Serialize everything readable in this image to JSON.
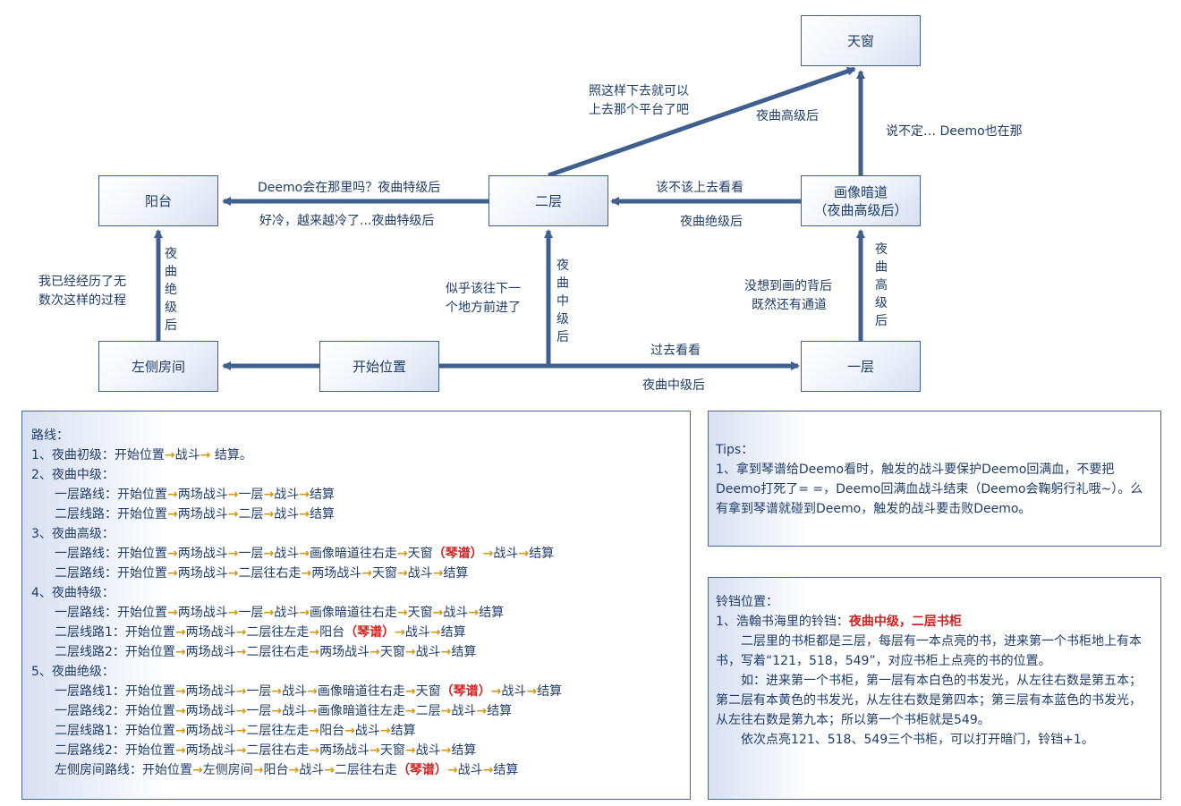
{
  "nodes": {
    "tianchuang": "天窗",
    "yangtai": "阳台",
    "erceng": "二层",
    "huaxiang": [
      "画像暗道",
      "（夜曲高级后）"
    ],
    "zuoce": "左侧房间",
    "kaishi": "开始位置",
    "yiceng": "一层"
  },
  "edges": {
    "erceng_tian_line1": "照这样下去就可以",
    "erceng_tian_line2": "上去那个平台了吧",
    "erceng_tian_cond": "夜曲高级后",
    "hua_tian": "说不定… Deemo也在那",
    "erceng_yangtai_top": "Deemo会在那里吗？夜曲特级后",
    "erceng_yangtai_bottom": "好冷，越来越冷了...夜曲特级后",
    "hua_erceng_top": "该不该上去看看",
    "hua_erceng_bottom": "夜曲绝级后",
    "zuoce_yangtai_side1": "我已经经历了无",
    "zuoce_yangtai_side2": "数次这样的过程",
    "zuoce_yangtai_v": "夜曲绝级后",
    "kaishi_erceng_side1": "似乎该往下一",
    "kaishi_erceng_side2": "个地方前进了",
    "kaishi_erceng_v": "夜曲中级后",
    "yiceng_hua_side1": "没想到画的背后",
    "yiceng_hua_side2": "既然还有通道",
    "yiceng_hua_v": "夜曲高级后",
    "kaishi_yiceng_top": "过去看看",
    "kaishi_yiceng_bottom": "夜曲中级后"
  },
  "routes": {
    "title": "路线：",
    "lines": [
      {
        "indent": false,
        "parts": [
          "1、夜曲初级：开始位置",
          ">",
          "战斗",
          ">",
          " 结算。"
        ]
      },
      {
        "indent": false,
        "parts": [
          "2、夜曲中级："
        ]
      },
      {
        "indent": true,
        "parts": [
          "一层路线：开始位置",
          ">",
          "两场战斗",
          ">",
          "一层",
          ">",
          "战斗",
          ">",
          "结算"
        ]
      },
      {
        "indent": true,
        "parts": [
          "二层线路：开始位置",
          ">",
          "两场战斗",
          ">",
          "二层",
          ">",
          "战斗",
          ">",
          "结算"
        ]
      },
      {
        "indent": false,
        "parts": [
          "3、夜曲高级："
        ]
      },
      {
        "indent": true,
        "parts": [
          "一层路线：开始位置",
          ">",
          "两场战斗",
          ">",
          "一层",
          ">",
          "战斗",
          ">",
          "画像暗道往右走",
          ">",
          "天窗",
          "（琴谱）",
          ">",
          "战斗",
          ">",
          "结算"
        ]
      },
      {
        "indent": true,
        "parts": [
          "二层路线：开始位置",
          ">",
          "两场战斗",
          ">",
          "二层往右走",
          ">",
          "两场战斗",
          ">",
          "天窗",
          ">",
          "战斗",
          ">",
          "结算"
        ]
      },
      {
        "indent": false,
        "parts": [
          "4、夜曲特级："
        ]
      },
      {
        "indent": true,
        "parts": [
          "一层路线：开始位置",
          ">",
          "两场战斗",
          ">",
          "一层",
          ">",
          "战斗",
          ">",
          "画像暗道往右走",
          ">",
          "天窗",
          ">",
          "战斗",
          ">",
          "结算"
        ]
      },
      {
        "indent": true,
        "parts": [
          "二层线路1：开始位置",
          ">",
          "两场战斗",
          ">",
          "二层往左走",
          ">",
          "阳台",
          "（琴谱）",
          ">",
          "战斗",
          ">",
          "结算"
        ]
      },
      {
        "indent": true,
        "parts": [
          "二层线路2：开始位置",
          ">",
          "两场战斗",
          ">",
          "二层往右走",
          ">",
          "两场战斗",
          ">",
          "天窗",
          ">",
          "战斗",
          ">",
          "结算"
        ]
      },
      {
        "indent": false,
        "parts": [
          "5、夜曲绝级："
        ]
      },
      {
        "indent": true,
        "parts": [
          "一层路线1：开始位置",
          ">",
          "两场战斗",
          ">",
          "一层",
          ">",
          "战斗",
          ">",
          "画像暗道往右走",
          ">",
          "天窗",
          "（琴谱）",
          ">",
          "战斗",
          ">",
          "结算"
        ]
      },
      {
        "indent": true,
        "parts": [
          "一层路线2：开始位置",
          ">",
          "两场战斗",
          ">",
          "一层",
          ">",
          "战斗",
          ">",
          "画像暗道往左走",
          ">",
          "二层",
          ">",
          "战斗",
          ">",
          "结算"
        ]
      },
      {
        "indent": true,
        "parts": [
          "二层线路1：开始位置",
          ">",
          "两场战斗",
          ">",
          "二层往左走",
          ">",
          "阳台",
          ">",
          "战斗",
          ">",
          "结算"
        ]
      },
      {
        "indent": true,
        "parts": [
          "二层路线2：开始位置",
          ">",
          "两场战斗",
          ">",
          "二层往右走",
          ">",
          "两场战斗",
          ">",
          "天窗",
          ">",
          "战斗",
          ">",
          "结算"
        ]
      },
      {
        "indent": true,
        "parts": [
          "左侧房间路线：开始位置",
          ">",
          "左侧房间",
          ">",
          "阳台",
          ">",
          "战斗",
          ">",
          "二层往右走",
          "（琴谱）",
          ">",
          "战斗",
          ">",
          "结算"
        ]
      }
    ]
  },
  "tips": {
    "title": "Tips：",
    "body": "1、拿到琴谱给Deemo看时，触发的战斗要保护Deemo回满血，不要把Deemo打死了= =，Deemo回满血战斗结束（Deemo会鞠躬行礼哦~）。么有拿到琴谱就碰到Deemo，触发的战斗要击败Deemo。"
  },
  "bells": {
    "title": "铃铛位置：",
    "item_prefix": "1、浩翰书海里的铃铛：",
    "item_highlight": "夜曲中级，二层书柜",
    "para1": "二层里的书柜都是三层，每层有一本点亮的书，进来第一个书柜地上有本书，写着“121，518，549”，对应书柜上点亮的书的位置。",
    "para2": "如：进来第一个书柜，第一层有本白色的书发光，从左往右数是第五本；第二层有本黄色的书发光，从左往右数是第四本；第三层有本蓝色的书发光，从左往右数是第九本；所以第一个书柜就是549。",
    "para3": "依次点亮121、518、549三个书柜，可以打开暗门，铃铛+1。"
  },
  "colors": {
    "arrow": "#3f5f8f",
    "highlight_arrow": "#d39a16",
    "highlight_text": "#d52020",
    "text": "#1f3d6b"
  }
}
